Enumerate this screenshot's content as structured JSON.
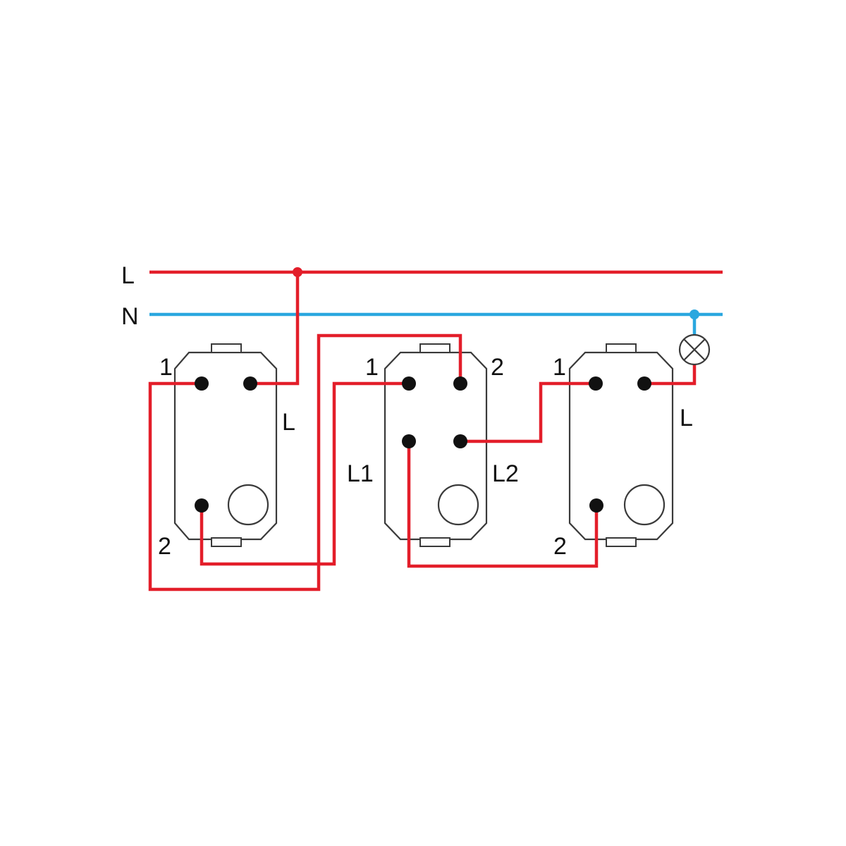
{
  "colors": {
    "line_wire": "#e31e2a",
    "neutral_wire": "#2aa7df",
    "terminal": "#111111",
    "outline": "#3a3a3a"
  },
  "bus": {
    "line_label": "L",
    "neutral_label": "N"
  },
  "switches": [
    {
      "type": "two-way switch",
      "labels": {
        "t1": "1",
        "t2": "2",
        "common": "L"
      }
    },
    {
      "type": "intermediate switch",
      "labels": {
        "t1": "1",
        "t2": "2",
        "l1": "L1",
        "l2": "L2"
      }
    },
    {
      "type": "two-way switch",
      "labels": {
        "t1": "1",
        "t2": "2",
        "common": "L"
      }
    }
  ],
  "lamp": {
    "icon": "lamp-icon"
  }
}
